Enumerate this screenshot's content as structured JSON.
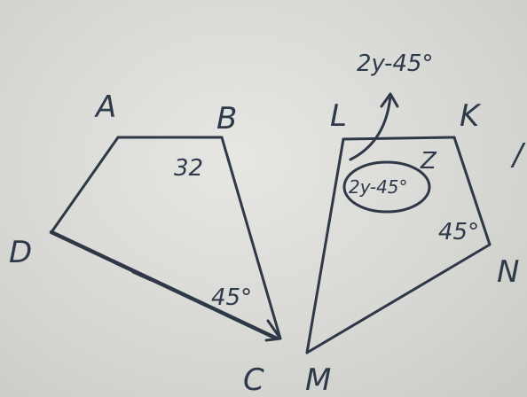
{
  "figure_left": {
    "vertices": {
      "a": "A",
      "b": "B",
      "c": "C",
      "d": "D"
    },
    "angle_b": "32",
    "angle_c": "45°"
  },
  "figure_right": {
    "vertices": {
      "l": "L",
      "k": "K",
      "n": "N",
      "m": "M"
    },
    "angle_k": "Z",
    "angle_n": "45°",
    "angle_l_expression": "2y-45°",
    "arrow_label": "2y-45°"
  },
  "edge_marks": {
    "right_edge": "/"
  },
  "colors": {
    "ink": "#2f3846",
    "paper": "#e2e2df"
  }
}
